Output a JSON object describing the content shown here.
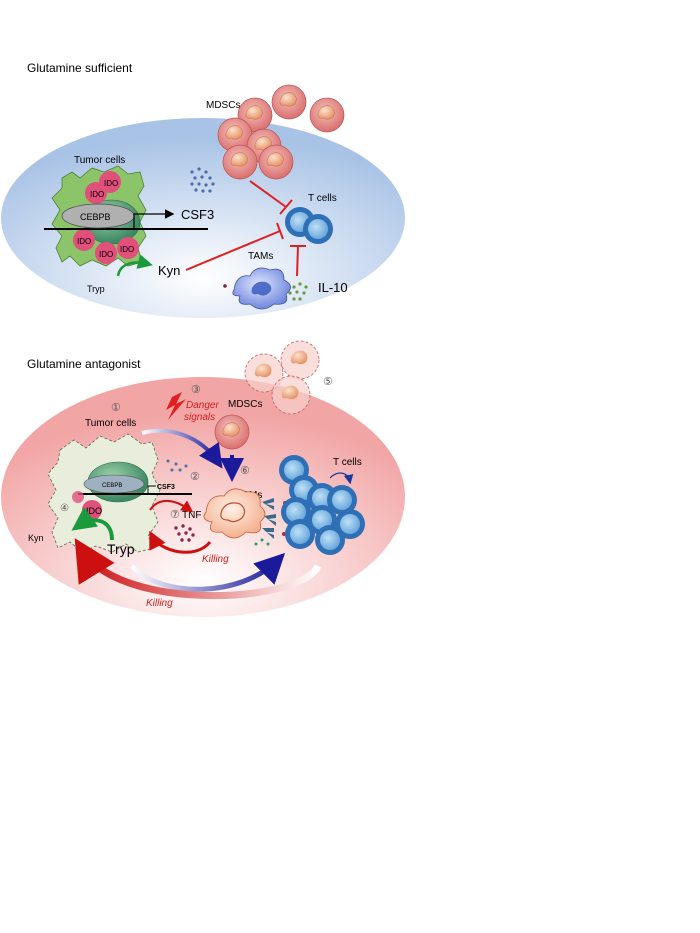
{
  "panel_top": {
    "title": "Glutamine sufficient",
    "labels": {
      "mdscs": "MDSCs",
      "tumor_cells": "Tumor cells",
      "t_cells": "T cells",
      "tams": "TAMs",
      "il10": "IL-10",
      "kyn": "Kyn",
      "tryp": "Tryp",
      "cebpb": "CEBPB",
      "csf3": "CSF3",
      "ido": "IDO"
    }
  },
  "panel_bottom": {
    "title": "Glutamine antagonist",
    "labels": {
      "mdscs": "MDSCs",
      "tumor_cells": "Tumor cells",
      "t_cells": "T cells",
      "tams": "TAMs",
      "tnf": "TNF",
      "kyn": "Kyn",
      "tryp": "Tryp",
      "cebpb": "CEBPB",
      "csf3": "CSF3",
      "ido": "IDO",
      "danger_line1": "Danger",
      "danger_line2": "signals",
      "killing_1": "Killing",
      "killing_2": "Killing"
    },
    "steps": {
      "s1": "①",
      "s2": "②",
      "s3": "③",
      "s4": "④",
      "s5": "⑤",
      "s6": "⑥",
      "s7": "⑦"
    }
  },
  "colors": {
    "inhibit_red": "#e02020",
    "arrow_blue": "#1a1a9a",
    "arrow_red": "#cc1010",
    "arrow_green": "#1a9a3a",
    "tumor_green": "#8cc46a",
    "ido_pink": "#e0507a",
    "tcell_blue": "#4a8fd0",
    "mdsc_pink": "#e07a7a"
  }
}
